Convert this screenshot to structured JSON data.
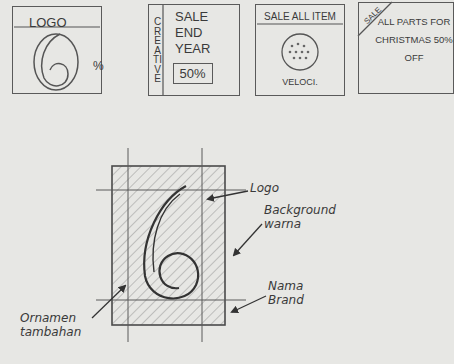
{
  "diagram": {
    "nodes": [
      {
        "text": [
          "LOGO",
          "%"
        ]
      },
      {
        "text": [
          "CREATIVE",
          "SALE END YEAR"
        ]
      },
      {
        "text": [
          "50%"
        ],
        "in": 1
      },
      {
        "text": [
          "SALE ALL ITEM",
          "VELOCI."
        ]
      },
      {
        "text": [
          "SALE",
          "ALL PARTS FOR CHRISTMAS 50% OFF"
        ]
      }
    ],
    "labels": [
      "Logo",
      "Background warna",
      "Ornamen tambahan",
      "Nama Brand"
    ]
  }
}
